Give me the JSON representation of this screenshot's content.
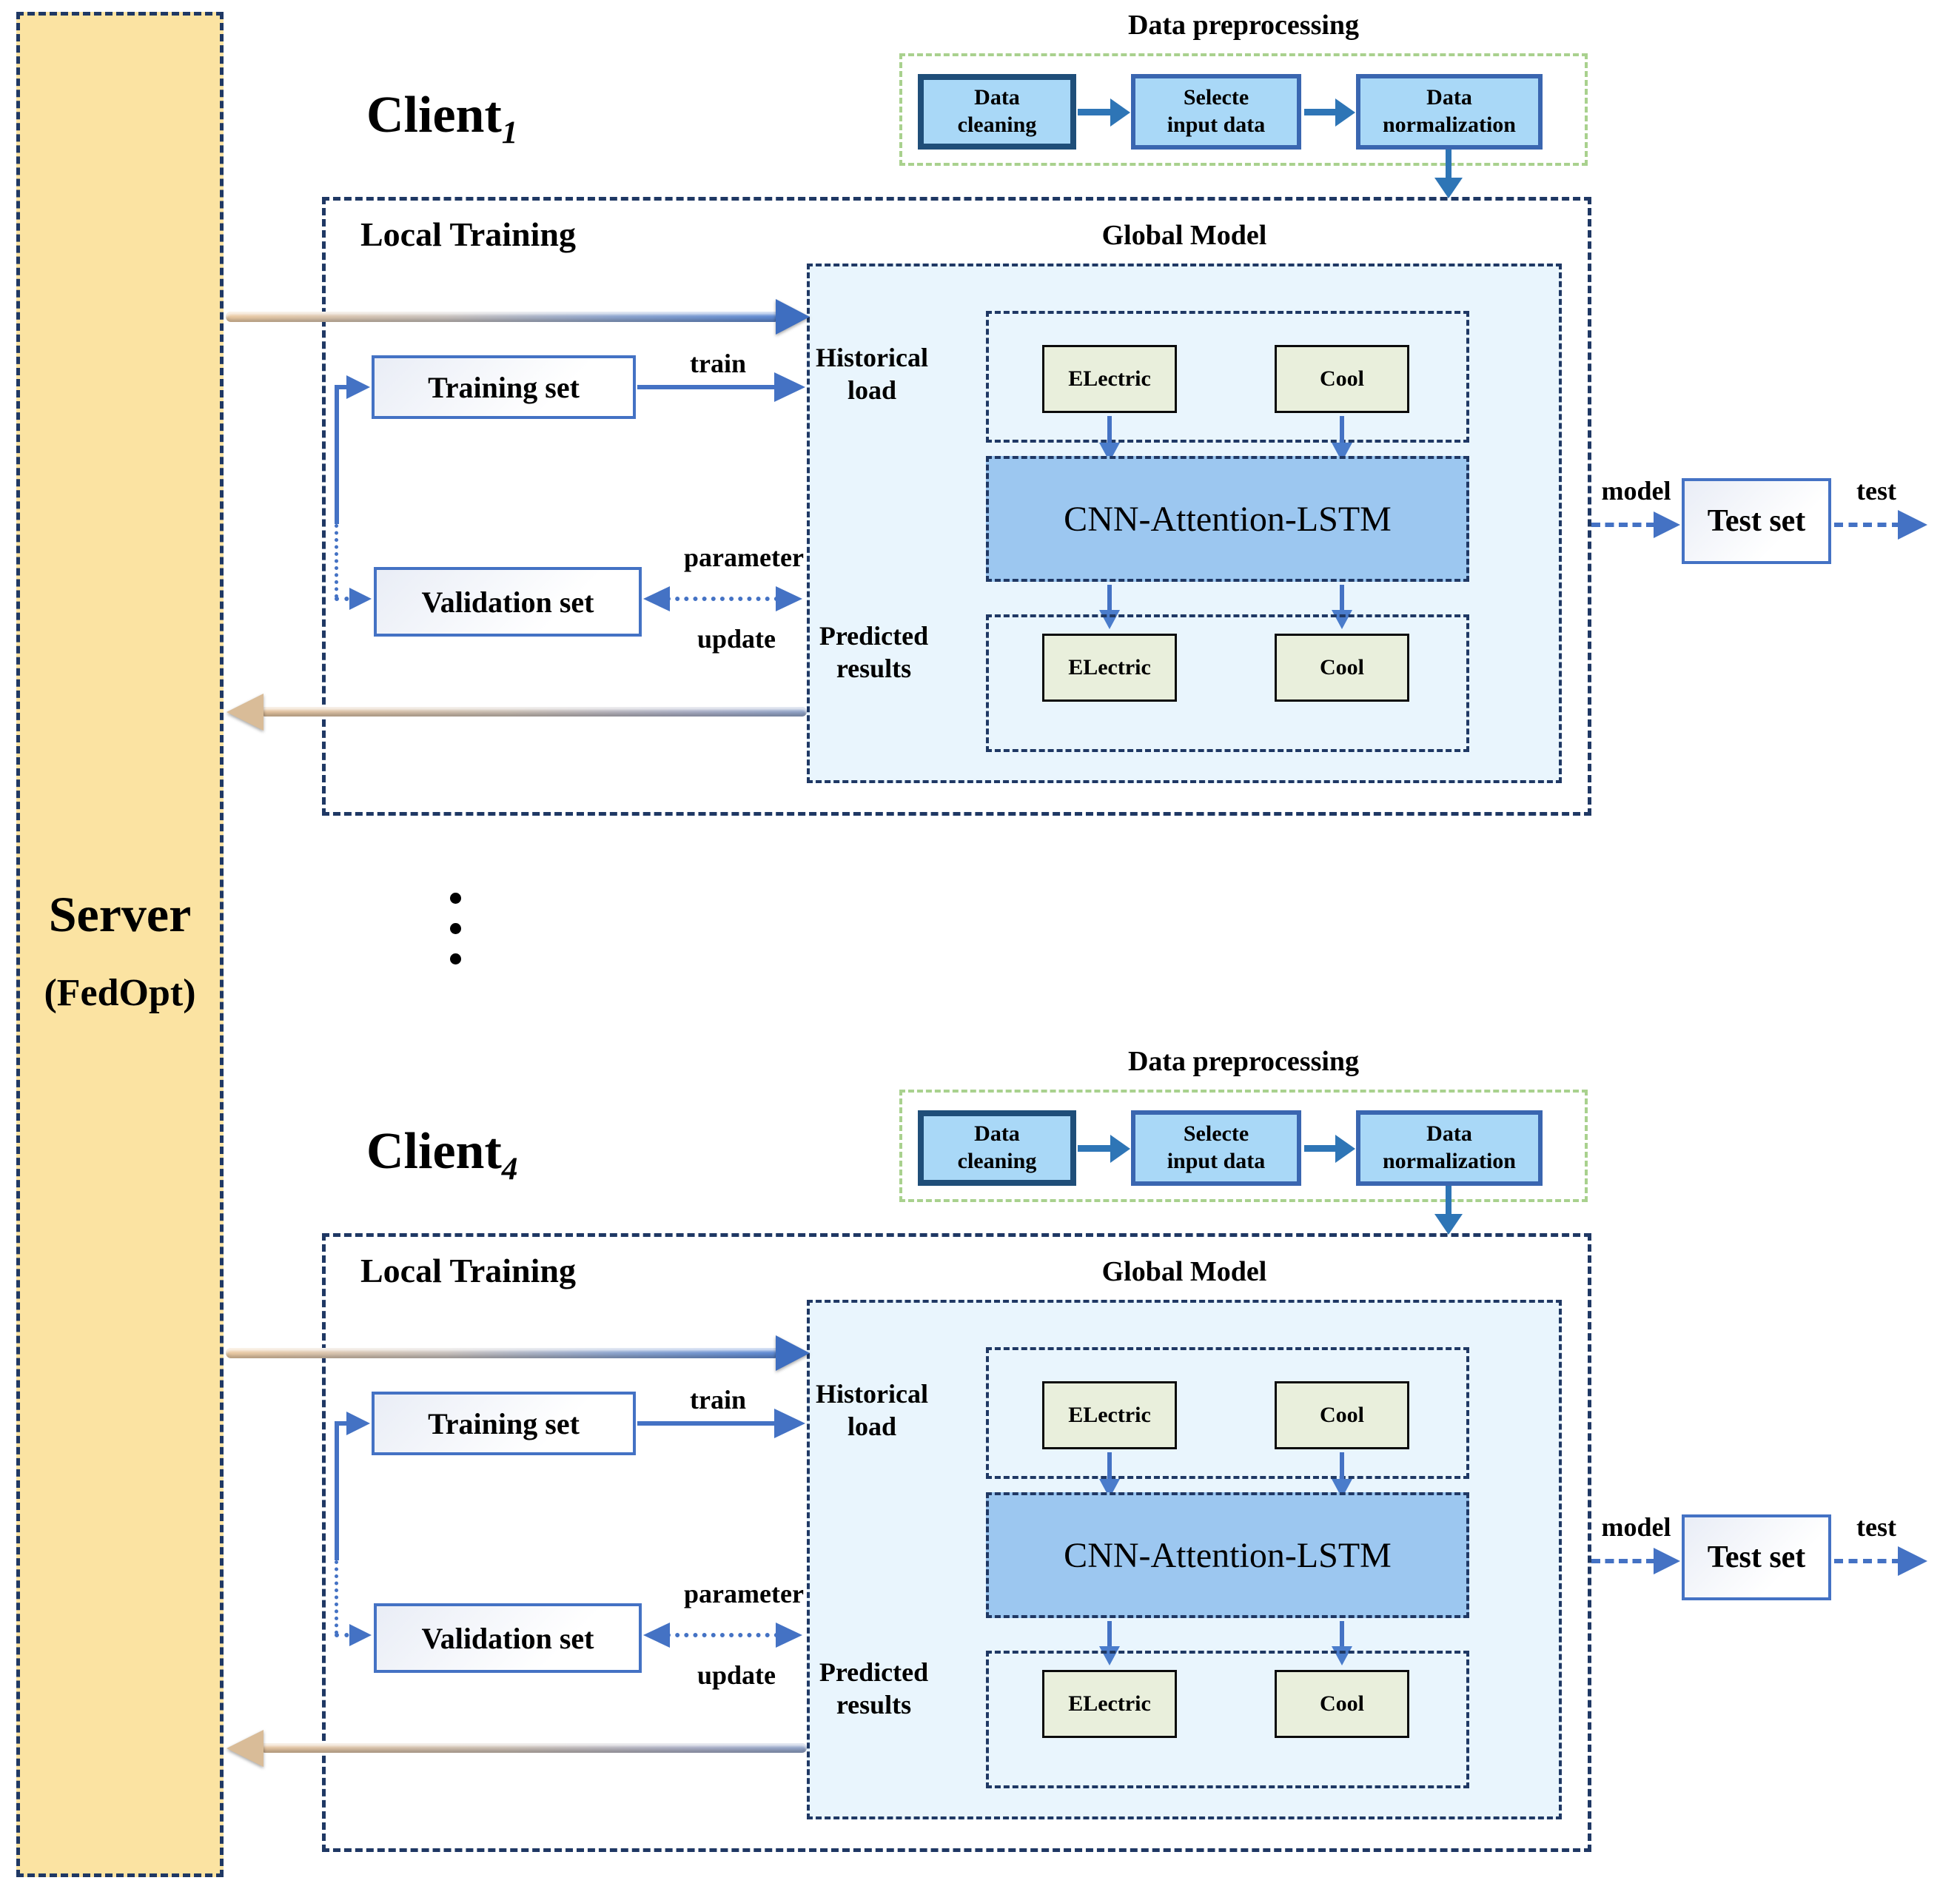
{
  "server": {
    "title": "Server",
    "subtitle": "(FedOpt)"
  },
  "colors": {
    "server_fill": "#FBE3A2",
    "navy_border": "#1F3864",
    "green_dashed_border": "#A9D18E",
    "preprocessing_fill": "#A9D8F7",
    "preprocessing_border_dark": "#1F4E79",
    "preprocessing_border": "#3A66B0",
    "flow_arrow_blue": "#2E75B6",
    "global_model_fill": "#E9F5FD",
    "load_box_fill": "#E9EFDC",
    "cnn_fill": "#9CC7F0",
    "set_box_border": "#4472C4",
    "gradient_tan": "#E6C5A0",
    "gradient_blue": "#5E8AD4"
  },
  "clients": [
    {
      "name": "Client",
      "subscript": "1",
      "preprocessing": {
        "title": "Data preprocessing",
        "steps": [
          "Data\ncleaning",
          "Selecte\ninput data",
          "Data\nnormalization"
        ]
      },
      "local_training": {
        "title": "Local Training",
        "training_set": "Training set",
        "validation_set": "Validation set",
        "train": "train",
        "parameter": "parameter",
        "update": "update"
      },
      "global_model": {
        "title": "Global Model",
        "historical": "Historical\nload",
        "input_electric": "ELectric",
        "input_cool": "Cool",
        "core": "CNN-Attention-LSTM",
        "predicted": "Predicted\nresults",
        "output_electric": "ELectric",
        "output_cool": "Cool"
      },
      "testing": {
        "model": "model",
        "test_set": "Test set",
        "test": "test"
      }
    },
    {
      "name": "Client",
      "subscript": "4",
      "preprocessing": {
        "title": "Data preprocessing",
        "steps": [
          "Data\ncleaning",
          "Selecte\ninput data",
          "Data\nnormalization"
        ]
      },
      "local_training": {
        "title": "Local Training",
        "training_set": "Training set",
        "validation_set": "Validation set",
        "train": "train",
        "parameter": "parameter",
        "update": "update"
      },
      "global_model": {
        "title": "Global Model",
        "historical": "Historical\nload",
        "input_electric": "ELectric",
        "input_cool": "Cool",
        "core": "CNN-Attention-LSTM",
        "predicted": "Predicted\nresults",
        "output_electric": "ELectric",
        "output_cool": "Cool"
      },
      "testing": {
        "model": "model",
        "test_set": "Test set",
        "test": "test"
      }
    }
  ]
}
